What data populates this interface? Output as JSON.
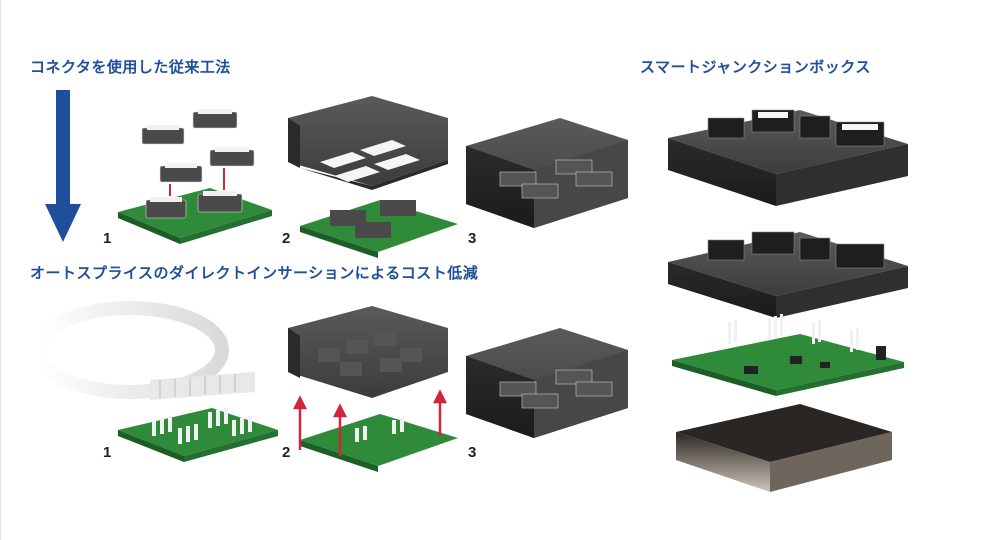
{
  "headings": {
    "conventional": "コネクタを使用した従来工法",
    "autosplice": "オートスプライスのダイレクトインサーションによるコスト低減",
    "smart_box": "スマートジャンクションボックス"
  },
  "steps_top": [
    "1",
    "2",
    "3"
  ],
  "steps_bottom": [
    "1",
    "2",
    "3"
  ],
  "colors": {
    "accent": "#1f4f9a",
    "pcb": "#2f8a3a",
    "housing": "#3a3a3a",
    "arrow_red": "#d0253a"
  }
}
